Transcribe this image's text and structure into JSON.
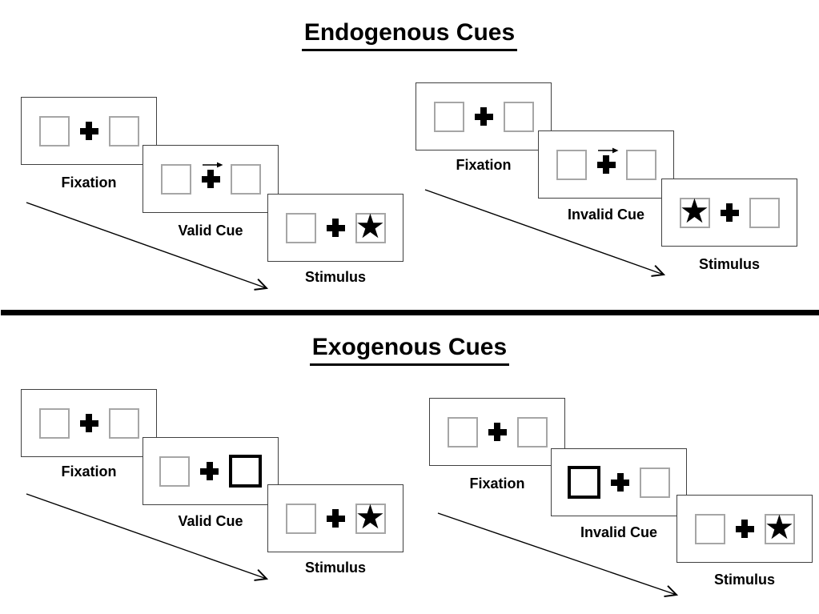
{
  "sections": {
    "endogenous": {
      "title": "Endogenous Cues",
      "valid": {
        "fixation_label": "Fixation",
        "cue_label": "Valid Cue",
        "stimulus_label": "Stimulus"
      },
      "invalid": {
        "fixation_label": "Fixation",
        "cue_label": "Invalid Cue",
        "stimulus_label": "Stimulus"
      }
    },
    "exogenous": {
      "title": "Exogenous Cues",
      "valid": {
        "fixation_label": "Fixation",
        "cue_label": "Valid Cue",
        "stimulus_label": "Stimulus"
      },
      "invalid": {
        "fixation_label": "Fixation",
        "cue_label": "Invalid Cue",
        "stimulus_label": "Stimulus"
      }
    }
  },
  "glyphs": {
    "star": "★"
  },
  "colors": {
    "ink": "#000000",
    "panel_border": "#404040",
    "square_border": "#a6a6a6",
    "background": "#ffffff"
  }
}
